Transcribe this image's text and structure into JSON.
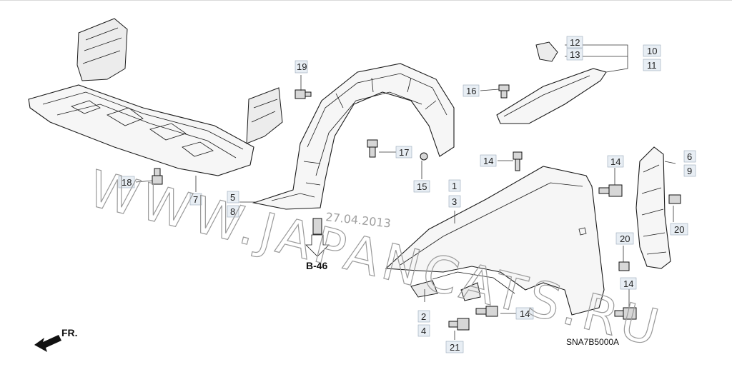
{
  "callouts": [
    "19",
    "12",
    "13",
    "10",
    "11",
    "16",
    "17",
    "15",
    "14",
    "1",
    "3",
    "6",
    "9",
    "14",
    "18",
    "7",
    "5",
    "8",
    "20",
    "20",
    "14",
    "2",
    "4",
    "21",
    "14"
  ],
  "section_ref": "B-46",
  "front_label": "FR.",
  "diagram_code": "SNA7B5000A",
  "watermark": {
    "text": "WWW.JAPANCATS.RU",
    "date": "27.04.2013"
  },
  "colors": {
    "line": "#1a1a1a",
    "callout_box": "#e8eef4",
    "watermark": "#9a9a9a"
  }
}
